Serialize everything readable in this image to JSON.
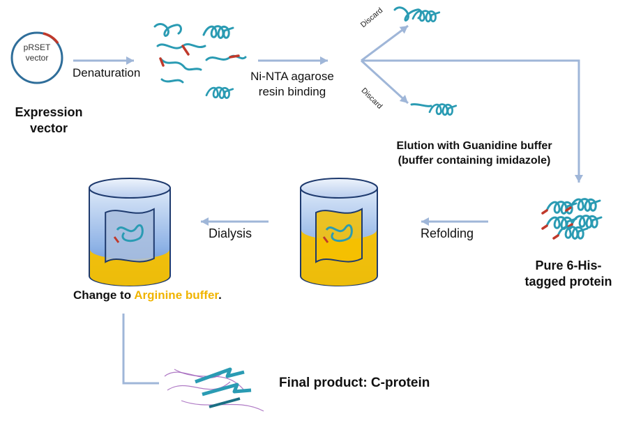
{
  "vector": {
    "label_line1": "pRSET",
    "label_line2": "vector",
    "caption_line1": "Expression",
    "caption_line2": "vector"
  },
  "steps": {
    "denaturation": "Denaturation",
    "binding_line1": "Ni-NTA agarose",
    "binding_line2": "resin binding",
    "discard": "Discard",
    "elution_line1": "Elution with Guanidine buffer",
    "elution_line2": "(buffer containing imidazole)",
    "pure_line1": "Pure 6-His-",
    "pure_line2": "tagged protein",
    "refolding": "Refolding",
    "dialysis": "Dialysis",
    "change_prefix": "Change to ",
    "change_highlight": "Arginine buffer",
    "change_suffix": ".",
    "final_product": "Final product: C-protein"
  },
  "colors": {
    "arrow": "#9fb6d8",
    "protein": "#2a9bb3",
    "his_tag": "#c0392b",
    "buffer_yellow": "#f6c000",
    "beaker_blue": "#5b8fd6",
    "highlight_text": "#f0b400"
  }
}
